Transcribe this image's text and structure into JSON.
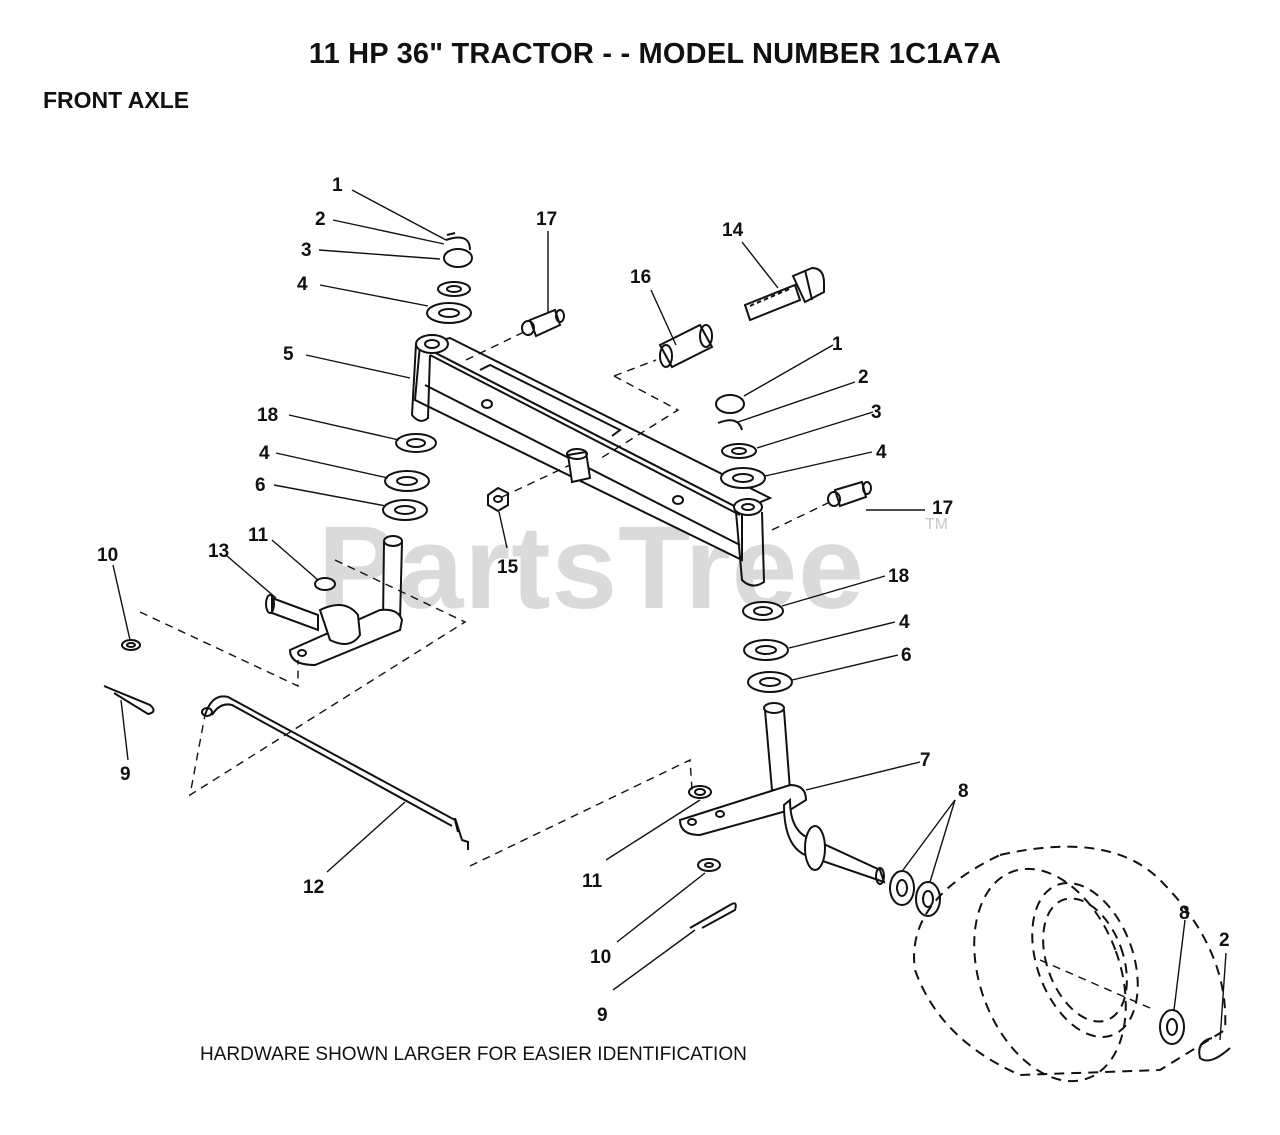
{
  "header": {
    "title": "11 HP 36\" TRACTOR - - MODEL NUMBER 1C1A7A",
    "section": "FRONT AXLE"
  },
  "watermark": {
    "brand": "PartsTree",
    "trademark": "TM"
  },
  "footer": {
    "note": "HARDWARE SHOWN LARGER FOR EASIER IDENTIFICATION"
  },
  "callouts": [
    "1",
    "2",
    "3",
    "4",
    "17",
    "14",
    "16",
    "5",
    "1",
    "2",
    "3",
    "4",
    "18",
    "4",
    "6",
    "17",
    "10",
    "13",
    "11",
    "15",
    "18",
    "4",
    "6",
    "9",
    "7",
    "8",
    "12",
    "11",
    "10",
    "9",
    "8",
    "2"
  ],
  "colors": {
    "ink": "#111111",
    "watermark": "#d4d4d4"
  }
}
